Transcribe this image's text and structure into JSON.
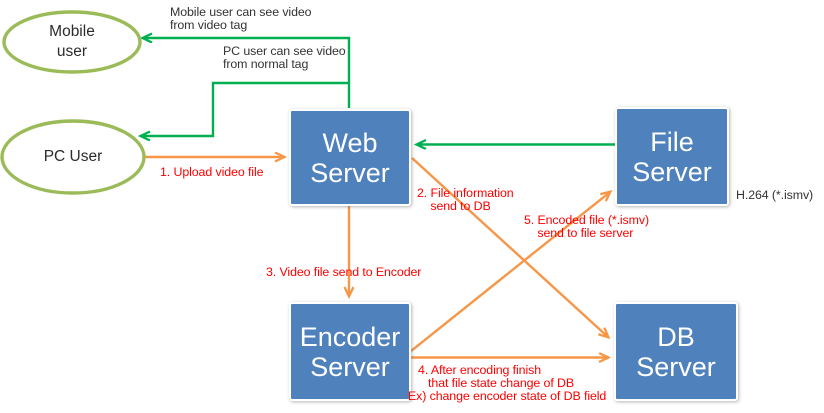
{
  "colors": {
    "box_fill": "#4F81BD",
    "box_border": "#FFFFFF",
    "box_text": "#FFFFFF",
    "ellipse_stroke": "#9BBB59",
    "green_arrow": "#00B050",
    "orange_arrow": "#F79646",
    "red_text": "#FF0000",
    "black_text": "#333333"
  },
  "nodes": {
    "mobile_user": {
      "label": "Mobile\nuser",
      "shape": "ellipse"
    },
    "pc_user": {
      "label": "PC User",
      "shape": "ellipse"
    },
    "web_server": {
      "label": "Web\nServer",
      "shape": "rect"
    },
    "file_server": {
      "label": "File\nServer",
      "shape": "rect"
    },
    "encoder_server": {
      "label": "Encoder\nServer",
      "shape": "rect"
    },
    "db_server": {
      "label": "DB\nServer",
      "shape": "rect"
    }
  },
  "annotations": {
    "mobile_note": "Mobile user can see video\nfrom video tag",
    "pc_note": "PC user can see video\nfrom normal tag",
    "step1": "1. Upload video file",
    "step2": "2. File information\n    send to DB",
    "step3": "3. Video file send to Encoder",
    "step4": "   4. After encoding finish\n      that file state change of DB\nEx) change encoder state of DB field",
    "step5": "5. Encoded file (*.ismv)\n    send to file server",
    "h264_note": "H.264 (*.ismv)"
  },
  "flows": [
    {
      "from": "web_server",
      "to": "mobile_user",
      "color": "green",
      "label": "Mobile user can see video from video tag"
    },
    {
      "from": "web_server",
      "to": "pc_user",
      "color": "green",
      "label": "PC user can see video from normal tag"
    },
    {
      "from": "file_server",
      "to": "web_server",
      "color": "green",
      "label": ""
    },
    {
      "from": "pc_user",
      "to": "web_server",
      "color": "orange",
      "label": "1. Upload video file"
    },
    {
      "from": "web_server",
      "to": "db_server",
      "color": "orange",
      "label": "2. File information send to DB"
    },
    {
      "from": "web_server",
      "to": "encoder_server",
      "color": "orange",
      "label": "3. Video file send to Encoder"
    },
    {
      "from": "encoder_server",
      "to": "db_server",
      "color": "orange",
      "label": "4. After encoding finish that file state change of DB  Ex) change encoder state of DB field"
    },
    {
      "from": "encoder_server",
      "to": "file_server",
      "color": "orange",
      "label": "5. Encoded file (*.ismv) send to file server"
    }
  ]
}
